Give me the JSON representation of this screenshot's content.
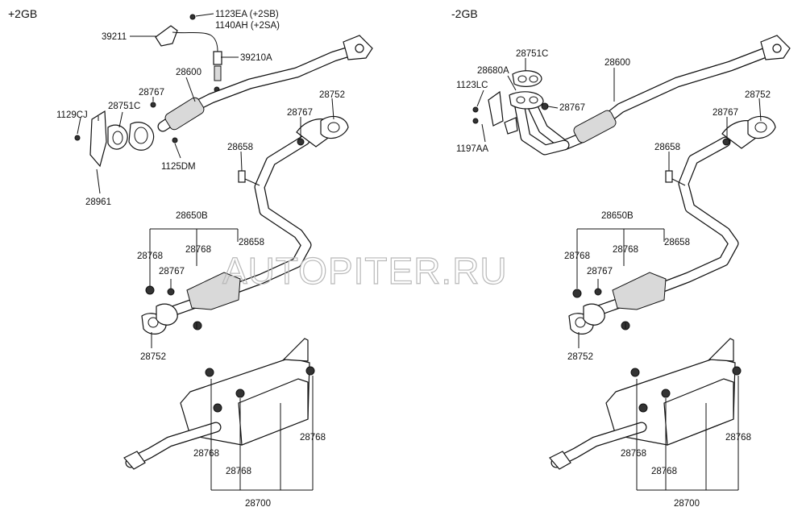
{
  "left_panel": {
    "variant": "+2GB",
    "labels": {
      "p1123ea": "1123EA (+2SB)",
      "p1140ah": "1140AH (+2SA)",
      "p39211": "39211",
      "p39210a": "39210A",
      "p28600": "28600",
      "p28767_a": "28767",
      "p1129cj": "1129CJ",
      "p28751c": "28751C",
      "p1125dm": "1125DM",
      "p28961": "28961",
      "p28767_b": "28767",
      "p28752_a": "28752",
      "p28658_a": "28658",
      "p28650b": "28650B",
      "p28768_a": "28768",
      "p28768_b": "28768",
      "p28658_b": "28658",
      "p28767_c": "28767",
      "p28752_b": "28752",
      "p28768_c": "28768",
      "p28768_d": "28768",
      "p28768_e": "28768",
      "p28700": "28700"
    }
  },
  "right_panel": {
    "variant": "-2GB",
    "labels": {
      "p28751c": "28751C",
      "p28680a": "28680A",
      "p28600": "28600",
      "p1123lc": "1123LC",
      "p28767_a": "28767",
      "p1197aa": "1197AA",
      "p28767_b": "28767",
      "p28752_a": "28752",
      "p28658_a": "28658",
      "p28650b": "28650B",
      "p28768_a": "28768",
      "p28768_b": "28768",
      "p28658_b": "28658",
      "p28767_c": "28767",
      "p28752_b": "28752",
      "p28768_c": "28768",
      "p28768_d": "28768",
      "p28768_e": "28768",
      "p28700": "28700"
    }
  },
  "watermark": "AUTOPITER.RU"
}
